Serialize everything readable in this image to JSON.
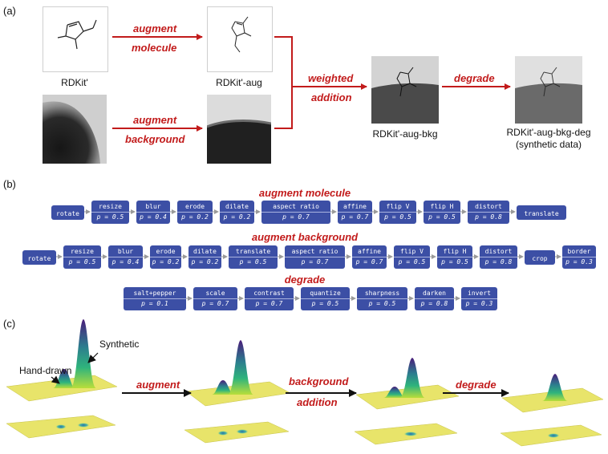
{
  "panel_a": {
    "label": "(a)",
    "captions": {
      "rdkit": "RDKit'",
      "rdkit_aug": "RDKit'-aug",
      "rdkit_aug_bkg": "RDKit'-aug-bkg",
      "rdkit_aug_bkg_deg": "RDKit'-aug-bkg-deg",
      "synthetic_note": "(synthetic data)"
    },
    "arrows": {
      "augment1": "augment",
      "molecule": "molecule",
      "augment2": "augment",
      "background": "background",
      "weighted": "weighted",
      "addition": "addition",
      "degrade": "degrade"
    }
  },
  "panel_b": {
    "label": "(b)",
    "sections": [
      {
        "title": "augment molecule",
        "steps": [
          {
            "name": "rotate",
            "p": ""
          },
          {
            "name": "resize",
            "p": "p = 0.5"
          },
          {
            "name": "blur",
            "p": "p = 0.4"
          },
          {
            "name": "erode",
            "p": "p = 0.2"
          },
          {
            "name": "dilate",
            "p": "p = 0.2"
          },
          {
            "name": "aspect ratio",
            "p": "p = 0.7"
          },
          {
            "name": "affine",
            "p": "p = 0.7"
          },
          {
            "name": "flip V",
            "p": "p = 0.5"
          },
          {
            "name": "flip H",
            "p": "p = 0.5"
          },
          {
            "name": "distort",
            "p": "p = 0.8"
          },
          {
            "name": "translate",
            "p": ""
          }
        ]
      },
      {
        "title": "augment background",
        "steps": [
          {
            "name": "rotate",
            "p": ""
          },
          {
            "name": "resize",
            "p": "p = 0.5"
          },
          {
            "name": "blur",
            "p": "p = 0.4"
          },
          {
            "name": "erode",
            "p": "p = 0.2"
          },
          {
            "name": "dilate",
            "p": "p = 0.2"
          },
          {
            "name": "translate",
            "p": "p = 0.5"
          },
          {
            "name": "aspect ratio",
            "p": "p = 0.7"
          },
          {
            "name": "affine",
            "p": "p = 0.7"
          },
          {
            "name": "flip V",
            "p": "p = 0.5"
          },
          {
            "name": "flip H",
            "p": "p = 0.5"
          },
          {
            "name": "distort",
            "p": "p = 0.8"
          },
          {
            "name": "crop",
            "p": ""
          },
          {
            "name": "border",
            "p": "p = 0.3"
          }
        ]
      },
      {
        "title": "degrade",
        "steps": [
          {
            "name": "salt+pepper",
            "p": "p = 0.1"
          },
          {
            "name": "scale",
            "p": "p = 0.7"
          },
          {
            "name": "contrast",
            "p": "p = 0.7"
          },
          {
            "name": "quantize",
            "p": "p = 0.5"
          },
          {
            "name": "sharpness",
            "p": "p = 0.5"
          },
          {
            "name": "darken",
            "p": "p = 0.8"
          },
          {
            "name": "invert",
            "p": "p = 0.3"
          }
        ]
      }
    ]
  },
  "panel_c": {
    "label": "(c)",
    "labels": {
      "synthetic": "Synthetic",
      "hand_drawn": "Hand-drawn"
    },
    "arrows": {
      "augment": "augment",
      "background": "background",
      "addition": "addition",
      "degrade": "degrade"
    }
  },
  "colors": {
    "accent_red": "#c21b1b",
    "pill_blue": "#3c4fa5",
    "surface_yellow": "#e8e46a",
    "peak_purple": "#4a1d7a"
  }
}
